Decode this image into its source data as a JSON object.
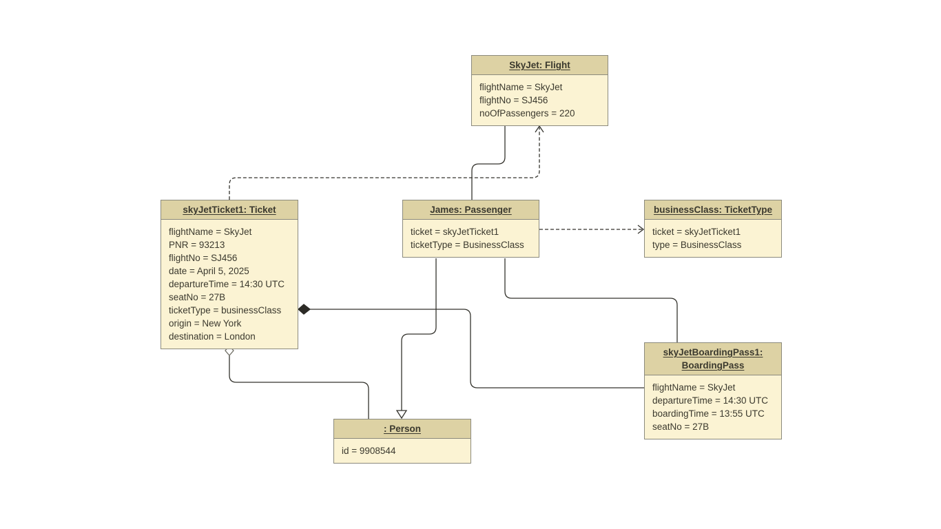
{
  "colors": {
    "header_bg": "#ddd2a4",
    "body_bg": "#fbf3d3",
    "border": "#8b8a7d",
    "text": "#3b392e",
    "line": "#33322c",
    "background": "#ffffff"
  },
  "boxes": {
    "flight": {
      "title": "SkyJet: Flight",
      "attrs": [
        "flightName = SkyJet",
        "flightNo = SJ456",
        "noOfPassengers = 220"
      ]
    },
    "ticket": {
      "title": "skyJetTicket1: Ticket",
      "attrs": [
        "flightName = SkyJet",
        "PNR = 93213",
        "flightNo = SJ456",
        "date = April 5, 2025",
        "departureTime = 14:30 UTC",
        "seatNo = 27B",
        "ticketType = businessClass",
        "origin = New York",
        "destination = London"
      ]
    },
    "passenger": {
      "title": "James: Passenger",
      "attrs": [
        "ticket = skyJetTicket1",
        "ticketType = BusinessClass"
      ]
    },
    "tickettype": {
      "title": "businessClass: TicketType",
      "attrs": [
        "ticket = skyJetTicket1",
        "type = BusinessClass"
      ]
    },
    "boardingpass": {
      "title": "skyJetBoardingPass1: BoardingPass",
      "attrs": [
        "flightName = SkyJet",
        "departureTime = 14:30 UTC",
        "boardingTime = 13:55 UTC",
        "seatNo = 27B"
      ]
    },
    "person": {
      "title": ": Person",
      "attrs": [
        "id = 9908544"
      ]
    }
  },
  "relationships": [
    {
      "from": "SkyJet: Flight",
      "to": "James: Passenger",
      "type": "association",
      "style": "solid"
    },
    {
      "from": "skyJetTicket1: Ticket",
      "to": "SkyJet: Flight",
      "type": "dependency",
      "style": "dashed-open-arrow"
    },
    {
      "from": "James: Passenger",
      "to": "businessClass: TicketType",
      "type": "dependency",
      "style": "dashed-open-arrow"
    },
    {
      "from": "skyJetTicket1: Ticket",
      "to": "skyJetBoardingPass1: BoardingPass",
      "type": "composition",
      "style": "solid-filled-diamond-at-ticket"
    },
    {
      "from": "James: Passenger",
      "to": "skyJetBoardingPass1: BoardingPass",
      "type": "association",
      "style": "solid"
    },
    {
      "from": "skyJetTicket1: Ticket",
      "to": ": Person",
      "type": "aggregation",
      "style": "solid-hollow-diamond-at-ticket"
    },
    {
      "from": "James: Passenger",
      "to": ": Person",
      "type": "generalization",
      "style": "solid-hollow-triangle-at-person"
    }
  ]
}
